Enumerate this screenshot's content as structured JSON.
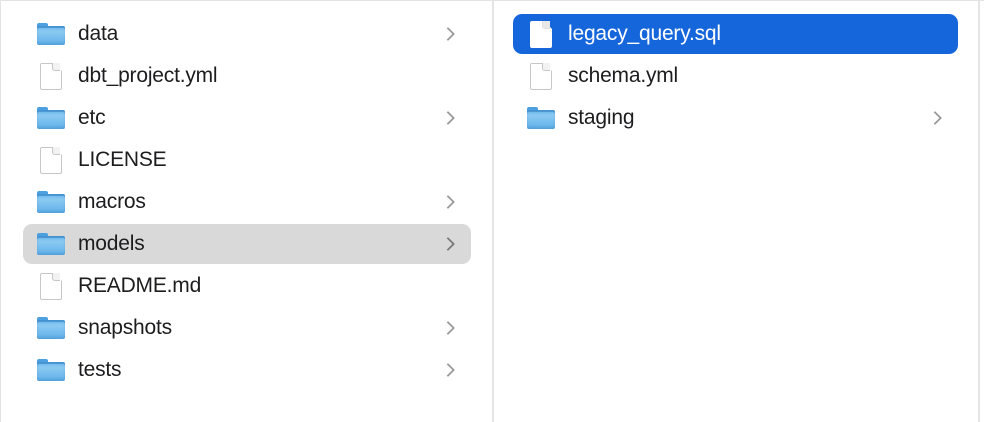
{
  "app": "finder-column-view",
  "colors": {
    "selection_primary": "#1666db",
    "selection_secondary": "#d9d9d9",
    "selection_text": "#ffffff",
    "text": "#1d1d1f",
    "folder_blue": "#6db7ec",
    "divider": "#e5e5e5",
    "chevron": "#9b9b9b"
  },
  "columns": [
    {
      "name": "left-column",
      "items": [
        {
          "label": "data",
          "type": "folder",
          "chevron": true,
          "selected": "none"
        },
        {
          "label": "dbt_project.yml",
          "type": "document",
          "chevron": false,
          "selected": "none"
        },
        {
          "label": "etc",
          "type": "folder",
          "chevron": true,
          "selected": "none"
        },
        {
          "label": "LICENSE",
          "type": "document",
          "chevron": false,
          "selected": "none"
        },
        {
          "label": "macros",
          "type": "folder",
          "chevron": true,
          "selected": "none"
        },
        {
          "label": "models",
          "type": "folder",
          "chevron": true,
          "selected": "secondary"
        },
        {
          "label": "README.md",
          "type": "document",
          "chevron": false,
          "selected": "none"
        },
        {
          "label": "snapshots",
          "type": "folder",
          "chevron": true,
          "selected": "none"
        },
        {
          "label": "tests",
          "type": "folder",
          "chevron": true,
          "selected": "none"
        }
      ]
    },
    {
      "name": "right-column",
      "items": [
        {
          "label": "legacy_query.sql",
          "type": "document",
          "chevron": false,
          "selected": "primary"
        },
        {
          "label": "schema.yml",
          "type": "document",
          "chevron": false,
          "selected": "none"
        },
        {
          "label": "staging",
          "type": "folder",
          "chevron": true,
          "selected": "none"
        }
      ]
    }
  ]
}
